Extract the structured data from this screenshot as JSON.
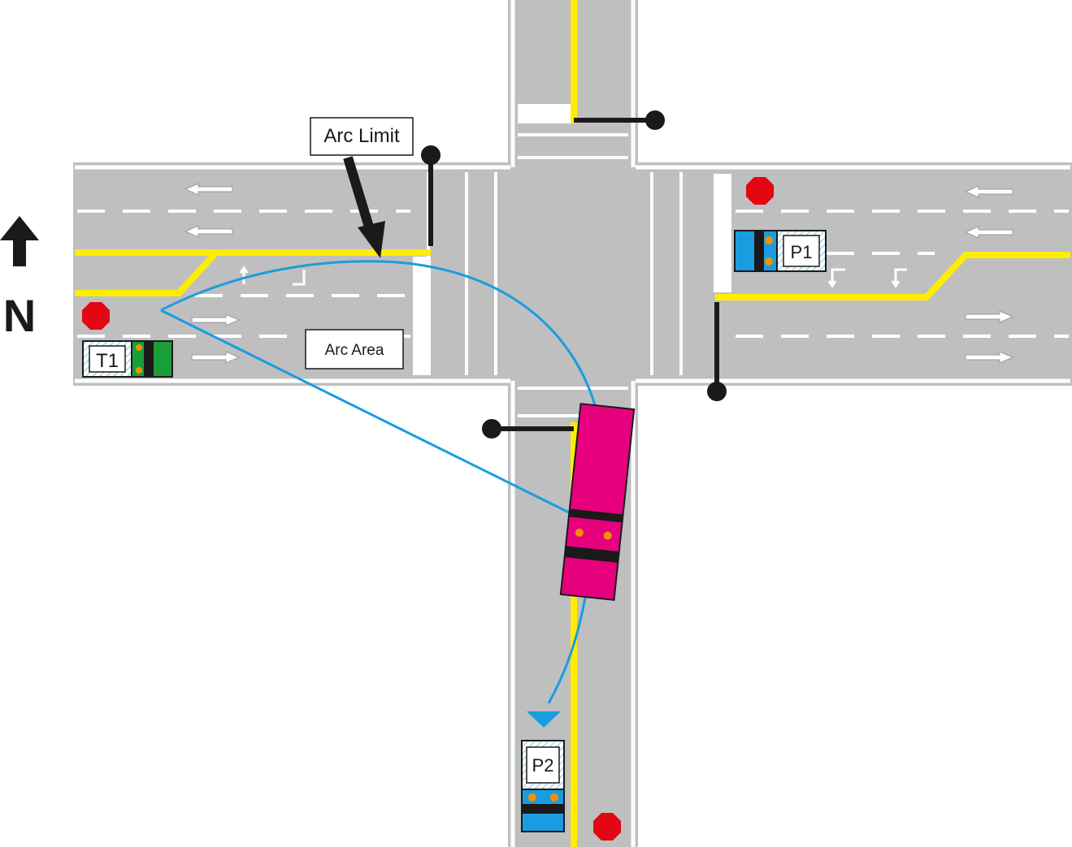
{
  "labels": {
    "arc_limit": "Arc Limit",
    "arc_area": "Arc Area",
    "compass": "N"
  },
  "vehicles": {
    "t1": {
      "label": "T1",
      "color": "#1a9e3a"
    },
    "p1": {
      "label": "P1",
      "color": "#1a9de0"
    },
    "p2": {
      "label": "P2",
      "color": "#1a9de0"
    },
    "truck": {
      "color": "#e6007e"
    }
  },
  "colors": {
    "road": "#bfbfbf",
    "yellow_line": "#ffed00",
    "stop_sign": "#e30613",
    "arc": "#1a9de0",
    "signal_pole": "#1a1a1a"
  }
}
